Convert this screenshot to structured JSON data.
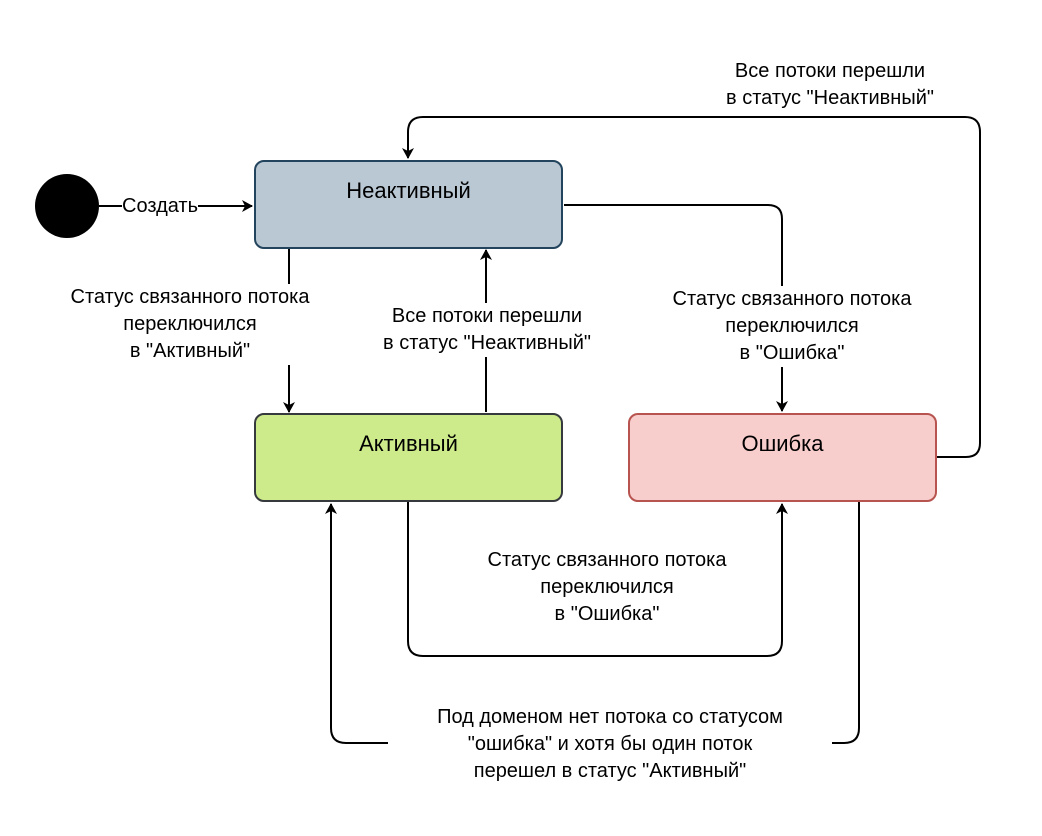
{
  "diagram": {
    "type": "state-machine",
    "initial_state": {
      "icon": "initial-node-filled-circle",
      "edge_label": "Создать"
    },
    "states": {
      "inactive": {
        "name": "Неактивный",
        "fill": "#bac8d3",
        "stroke": "#23445d"
      },
      "active": {
        "name": "Активный",
        "fill": "#cdeb8b",
        "stroke": "#36393d"
      },
      "error": {
        "name": "Ошибка",
        "fill": "#f8cecc",
        "stroke": "#b85450"
      }
    },
    "transitions": {
      "inactive_to_active": {
        "lines": [
          "Статус связанного потока",
          "переключился",
          "в \"Активный\""
        ]
      },
      "active_to_inactive": {
        "lines": [
          "Все потоки перешли",
          "в статус \"Неактивный\""
        ]
      },
      "inactive_to_error": {
        "lines": [
          "Статус связанного потока",
          "переключился",
          "в \"Ошибка\""
        ]
      },
      "error_to_inactive": {
        "lines": [
          "Все потоки перешли",
          "в статус \"Неактивный\""
        ]
      },
      "active_to_error": {
        "lines": [
          "Статус связанного потока",
          "переключился",
          "в \"Ошибка\""
        ]
      },
      "error_to_active": {
        "lines": [
          "Под доменом нет потока со статусом",
          "\"ошибка\" и хотя бы один поток",
          "перешел в статус \"Активный\""
        ]
      }
    }
  }
}
